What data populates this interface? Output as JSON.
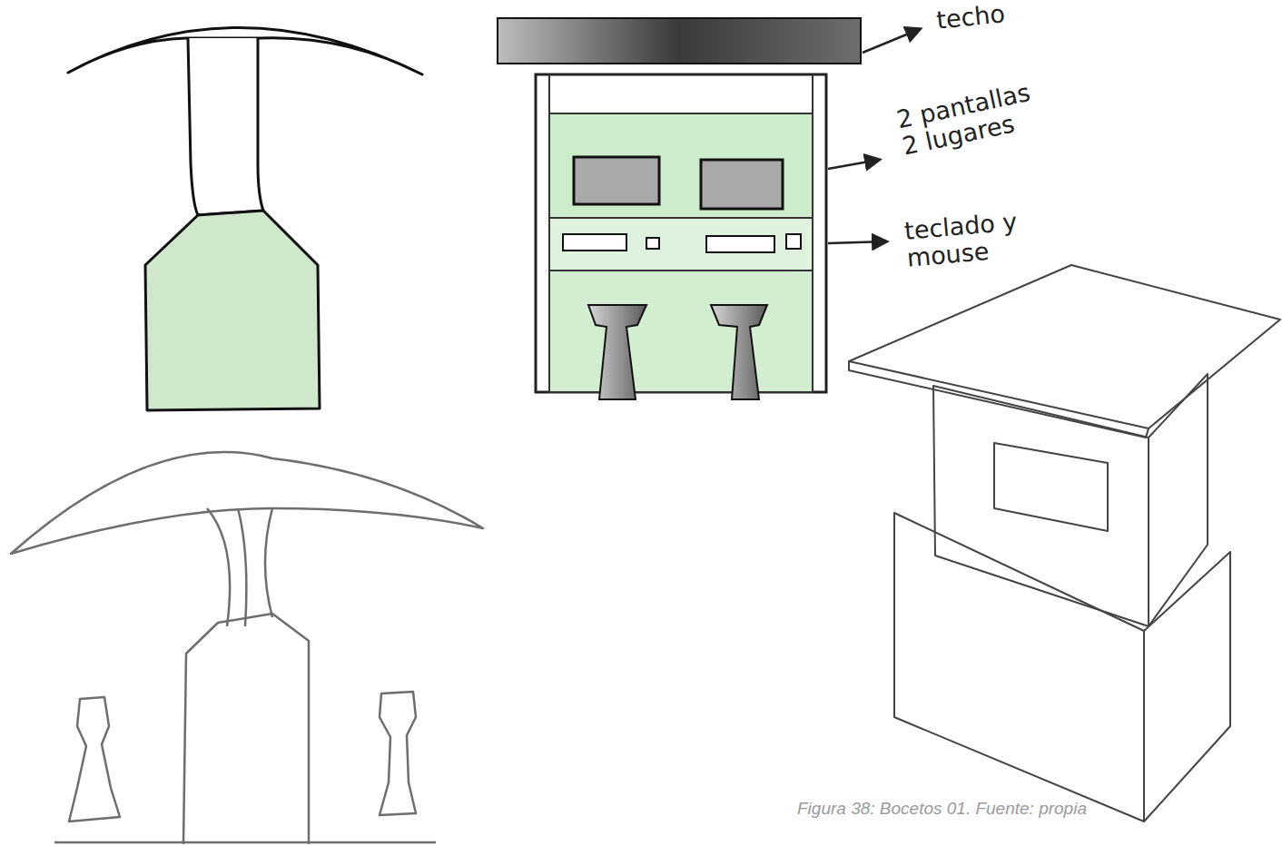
{
  "diagram": {
    "caption": "Figura 38: Bocetos 01. Fuente: propia",
    "labels": [
      "techo",
      "2 pantallas 2 lugares",
      "teclado y mouse"
    ]
  }
}
